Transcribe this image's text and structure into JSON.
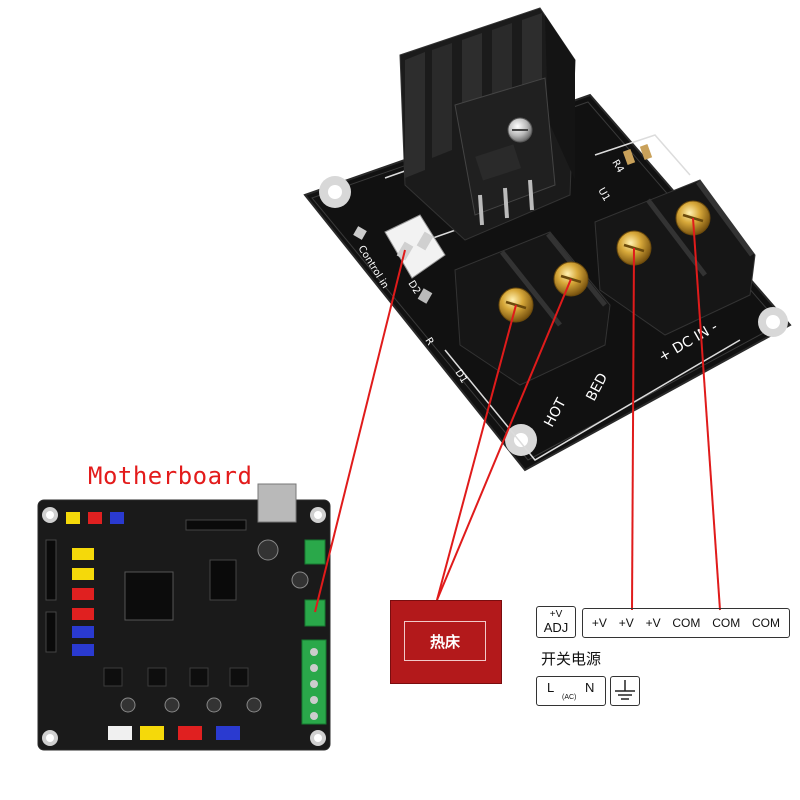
{
  "module": {
    "terminal_labels": [
      "HOT",
      "BED"
    ],
    "input_label": "+ DC IN -",
    "connector_label": "Control in",
    "component_labels": [
      "U1",
      "R4",
      "D2",
      "D1",
      "R"
    ]
  },
  "motherboard": {
    "title": "Motherboard"
  },
  "hotbed": {
    "label": "热床"
  },
  "power_supply": {
    "adj_top": "+V",
    "adj_bottom": "ADJ",
    "terminals": [
      "+V",
      "+V",
      "+V",
      "COM",
      "COM",
      "COM"
    ],
    "name": "开关电源",
    "ac_l": "L",
    "ac_n": "N",
    "ac_label": "(AC)"
  },
  "colors": {
    "wire": "#e01b1b",
    "pcb": "#151515",
    "heatsink": "#1b1b1b",
    "screw_gold": "#c99a2e",
    "hotbed_fill": "#b3191b"
  }
}
